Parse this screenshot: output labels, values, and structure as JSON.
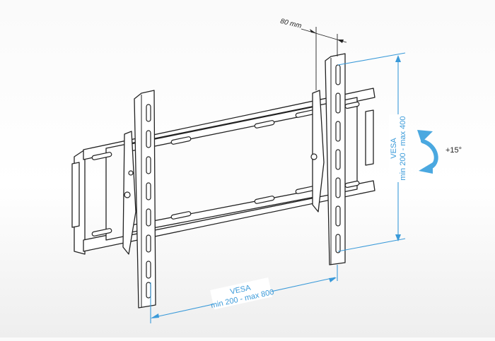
{
  "dimensions": {
    "arm_depth": "80 mm",
    "horizontal": {
      "line1": "VESA",
      "line2": "min 200 - max 800"
    },
    "vertical": {
      "line1": "VESA",
      "line2": "min 200 - max 400"
    },
    "tilt": "+15°"
  },
  "colors": {
    "accent": "#3a9ad9",
    "line": "#222222"
  }
}
